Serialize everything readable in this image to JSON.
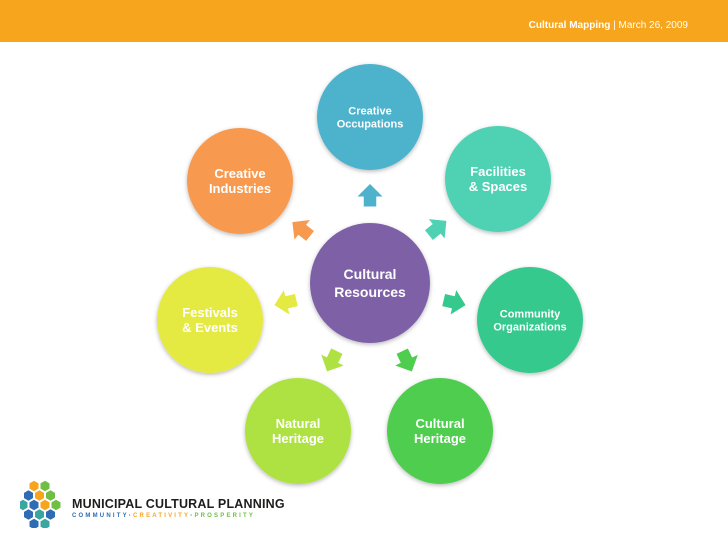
{
  "header": {
    "title": "Cultural Mapping",
    "separator": " | ",
    "date": "March 26, 2009",
    "bar_color": "#f7a51c"
  },
  "diagram": {
    "center": {
      "line1": "Cultural",
      "line2": "Resources",
      "color": "#7e60a6"
    },
    "nodes": [
      {
        "id": "creative-occupations",
        "line1": "Creative",
        "line2": "Occupations",
        "color": "#4eb2cc"
      },
      {
        "id": "facilities-spaces",
        "line1": "Facilities",
        "line2": "& Spaces",
        "color": "#4fd1b4"
      },
      {
        "id": "community-organizations",
        "line1": "Community",
        "line2": "Organizations",
        "color": "#36c98e"
      },
      {
        "id": "cultural-heritage",
        "line1": "Cultural",
        "line2": "Heritage",
        "color": "#4fcd4f"
      },
      {
        "id": "natural-heritage",
        "line1": "Natural",
        "line2": "Heritage",
        "color": "#aee243"
      },
      {
        "id": "festivals-events",
        "line1": "Festivals",
        "line2": "& Events",
        "color": "#e5ea43"
      },
      {
        "id": "creative-industries",
        "line1": "Creative",
        "line2": "Industries",
        "color": "#f79a4f"
      }
    ]
  },
  "logo": {
    "title": "MUNICIPAL CULTURAL PLANNING",
    "tag_community": "COMMUNITY",
    "tag_creativity": "CREATIVITY",
    "tag_prosperity": "PROSPERITY",
    "tag_dot": "·",
    "colors": [
      "#2e6db4",
      "#6fbf44",
      "#f7a51c",
      "#3aa6a0"
    ]
  }
}
